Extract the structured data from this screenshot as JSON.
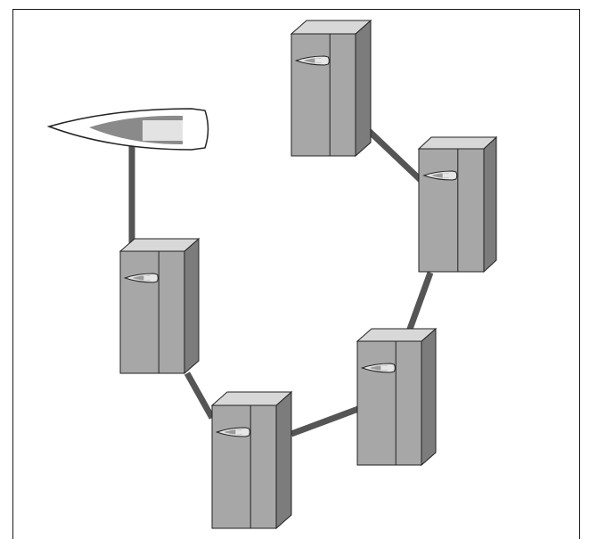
{
  "diagram": {
    "kind": "network-topology",
    "colors": {
      "background": "#ffffff",
      "frame": "#1a1a1a",
      "link": "#555555",
      "cabinet_front": "#a7a7a7",
      "cabinet_top": "#d8d8d8",
      "cabinet_side": "#7c7c7c",
      "cabinet_outline": "#222222",
      "badge_body": "#9a9a9a",
      "badge_window": "#e6e6e6",
      "boat_hull": "#ffffff",
      "boat_deck": "#8a8a8a",
      "boat_cabin": "#e3e3e3"
    },
    "nodes": [
      {
        "id": "boat",
        "icon": "boat-icon"
      },
      {
        "id": "cabinet-top",
        "icon": "server-cabinet-icon"
      },
      {
        "id": "cabinet-right-upper",
        "icon": "server-cabinet-icon"
      },
      {
        "id": "cabinet-right-lower",
        "icon": "server-cabinet-icon"
      },
      {
        "id": "cabinet-bottom",
        "icon": "server-cabinet-icon"
      },
      {
        "id": "cabinet-left",
        "icon": "server-cabinet-icon"
      }
    ],
    "links": [
      {
        "from": "boat",
        "to": "cabinet-left"
      },
      {
        "from": "cabinet-top",
        "to": "cabinet-right-upper"
      },
      {
        "from": "cabinet-right-upper",
        "to": "cabinet-right-lower"
      },
      {
        "from": "cabinet-right-lower",
        "to": "cabinet-bottom"
      },
      {
        "from": "cabinet-bottom",
        "to": "cabinet-left"
      }
    ]
  }
}
